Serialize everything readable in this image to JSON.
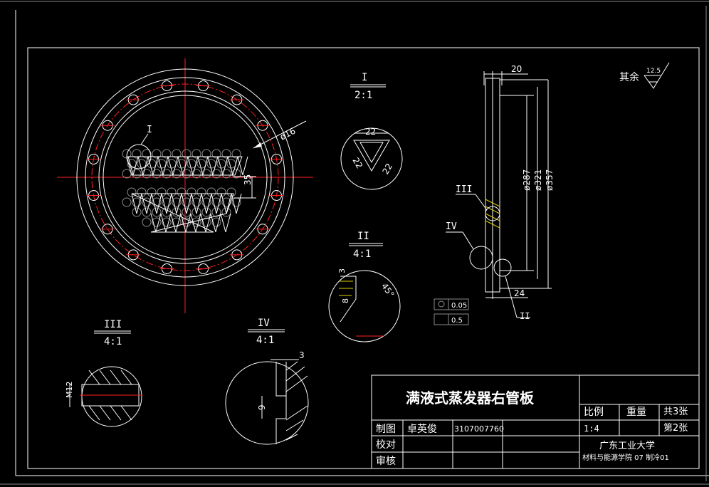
{
  "drawing": {
    "title": "满液式蒸发器右管板",
    "roughness": {
      "label": "其余",
      "value": "12.5"
    }
  },
  "title_block": {
    "ratio_label": "比例",
    "ratio_value": "1:4",
    "weight_label": "重量",
    "total_sheets": "共3张",
    "sheet_no": "第2张",
    "drawn_label": "制图",
    "drawn_name": "卓英俊",
    "drawn_id": "3107007760",
    "checked_label": "校对",
    "reviewed_label": "审核",
    "school": "广东工业大学",
    "dept": "材料与能源学院 07 制冷01"
  },
  "main_view": {
    "detail_mark": "I",
    "dim_hole": "ø16",
    "dim_pitch": "35"
  },
  "detail_I": {
    "label": "I",
    "scale": "2:1",
    "dims": [
      "22",
      "22",
      "22"
    ]
  },
  "detail_II": {
    "label": "II",
    "scale": "4:1",
    "dims": [
      "3",
      "8",
      "45°"
    ]
  },
  "detail_III": {
    "label": "III",
    "scale": "4:1",
    "dims": [
      "M12"
    ]
  },
  "detail_IV": {
    "label": "IV",
    "scale": "4:1",
    "dims": [
      "3",
      "9"
    ]
  },
  "side_view": {
    "dim_top": "20",
    "dim_d1": "ø287",
    "dim_d2": "ø321",
    "dim_d3": "ø357",
    "dim_bottom": "24",
    "mark_III": "III",
    "mark_IV": "IV",
    "mark_II": "II",
    "tol_position": "0.05",
    "tol_flatness": "0.5"
  }
}
